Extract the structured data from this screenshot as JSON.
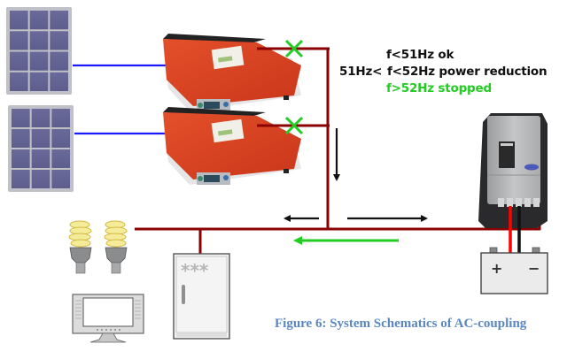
{
  "annotations": {
    "line1": "f<51Hz ok",
    "line2_prefix": "51Hz<",
    "line2_rest": "f<52Hz power reduction",
    "line3": "f>52Hz stopped"
  },
  "caption": "Figure 6: System Schematics of AC-coupling",
  "components": {
    "pv_panels": [
      "pv-panel-1",
      "pv-panel-2"
    ],
    "grid_inverters": [
      "grid-inverter-1",
      "grid-inverter-2"
    ],
    "battery_inverter": "battery-inverter-charger",
    "battery": {
      "plus": "+",
      "minus": "−"
    },
    "loads": [
      "light-bulb-1",
      "light-bulb-2",
      "tv-monitor",
      "refrigerator"
    ]
  },
  "colors": {
    "ac_bus": "#8b0000",
    "dc_pv": "#1a1aff",
    "stop_mark": "#22cc22",
    "battery_plus_wire": "#ff0000",
    "battery_minus_wire": "#111111",
    "flow_arrow": "#111111",
    "reverse_flow_arrow": "#22cc22",
    "ok_text": "#111111",
    "stopped_text": "#22cc22",
    "caption": "#5b87c0"
  }
}
